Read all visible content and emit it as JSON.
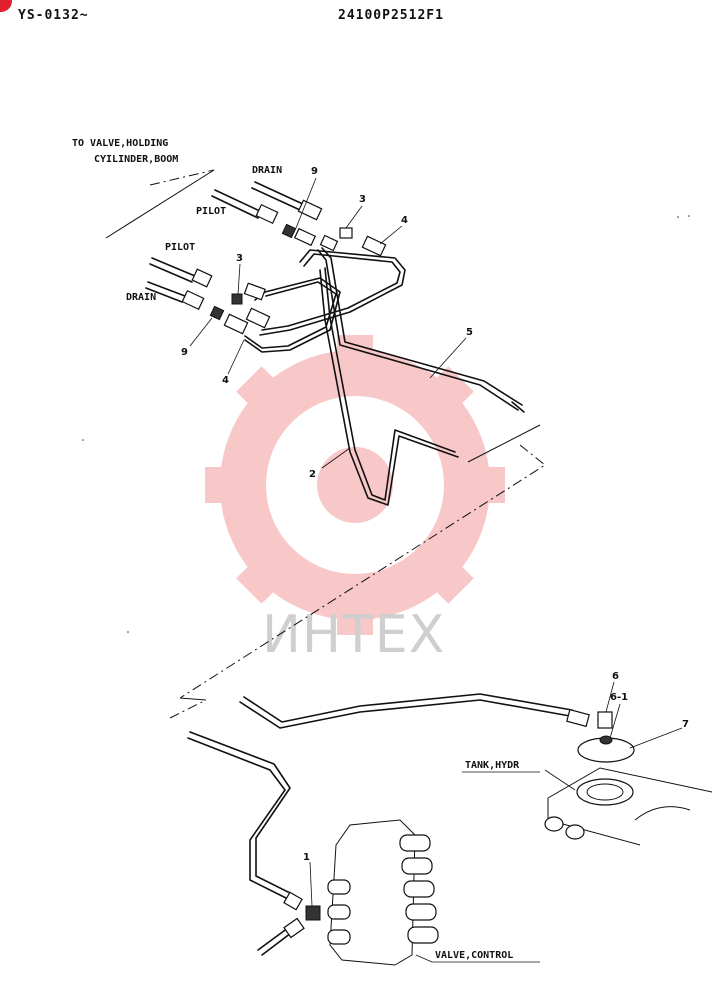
{
  "header": {
    "doc_code": "YS-0132~",
    "part_number": "24100P2512F1"
  },
  "watermark": {
    "text": "ИНТЕХ",
    "color": "#e83b3b"
  },
  "labels": {
    "to_valve_line1": "TO VALVE,HOLDING",
    "to_valve_line2": "CYILINDER,BOOM",
    "drain_top": "DRAIN",
    "pilot_top": "PILOT",
    "pilot_mid": "PILOT",
    "drain_mid": "DRAIN",
    "tank": "TANK,HYDR",
    "valve_control": "VALVE,CONTROL"
  },
  "callouts": {
    "n9_top": "9",
    "n3_top": "3",
    "n4_top": "4",
    "n3_mid": "3",
    "n9_bottom": "9",
    "n4_bottom": "4",
    "n5": "5",
    "n2": "2",
    "n6": "6",
    "n6_1": "6-1",
    "n7": "7",
    "n1": "1"
  }
}
